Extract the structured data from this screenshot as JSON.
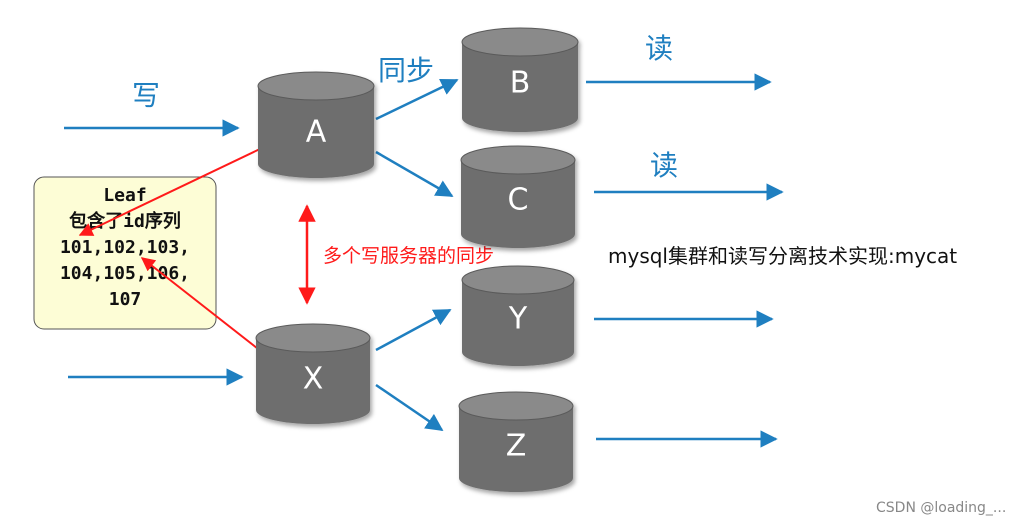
{
  "labels": {
    "write": "写",
    "sync": "同步",
    "read_1": "读",
    "read_2": "读",
    "multi_write_sync": "多个写服务器的同步",
    "mysql_cluster": "mysql集群和读写分离技术实现:mycat"
  },
  "databases": {
    "A": "A",
    "B": "B",
    "C": "C",
    "X": "X",
    "Y": "Y",
    "Z": "Z"
  },
  "note": {
    "lines": [
      "Leaf",
      "包含了id序列",
      "101,102,103,",
      "104,105,106,",
      "107"
    ]
  },
  "watermark": "CSDN @loading_...",
  "colors": {
    "arrow_blue": "#1f7fc0",
    "arrow_red": "#ff1a1a",
    "cylinder_body": "#6e6e6e",
    "cylinder_top": "#8a8a8a",
    "note_bg": "#fdfdd6"
  }
}
